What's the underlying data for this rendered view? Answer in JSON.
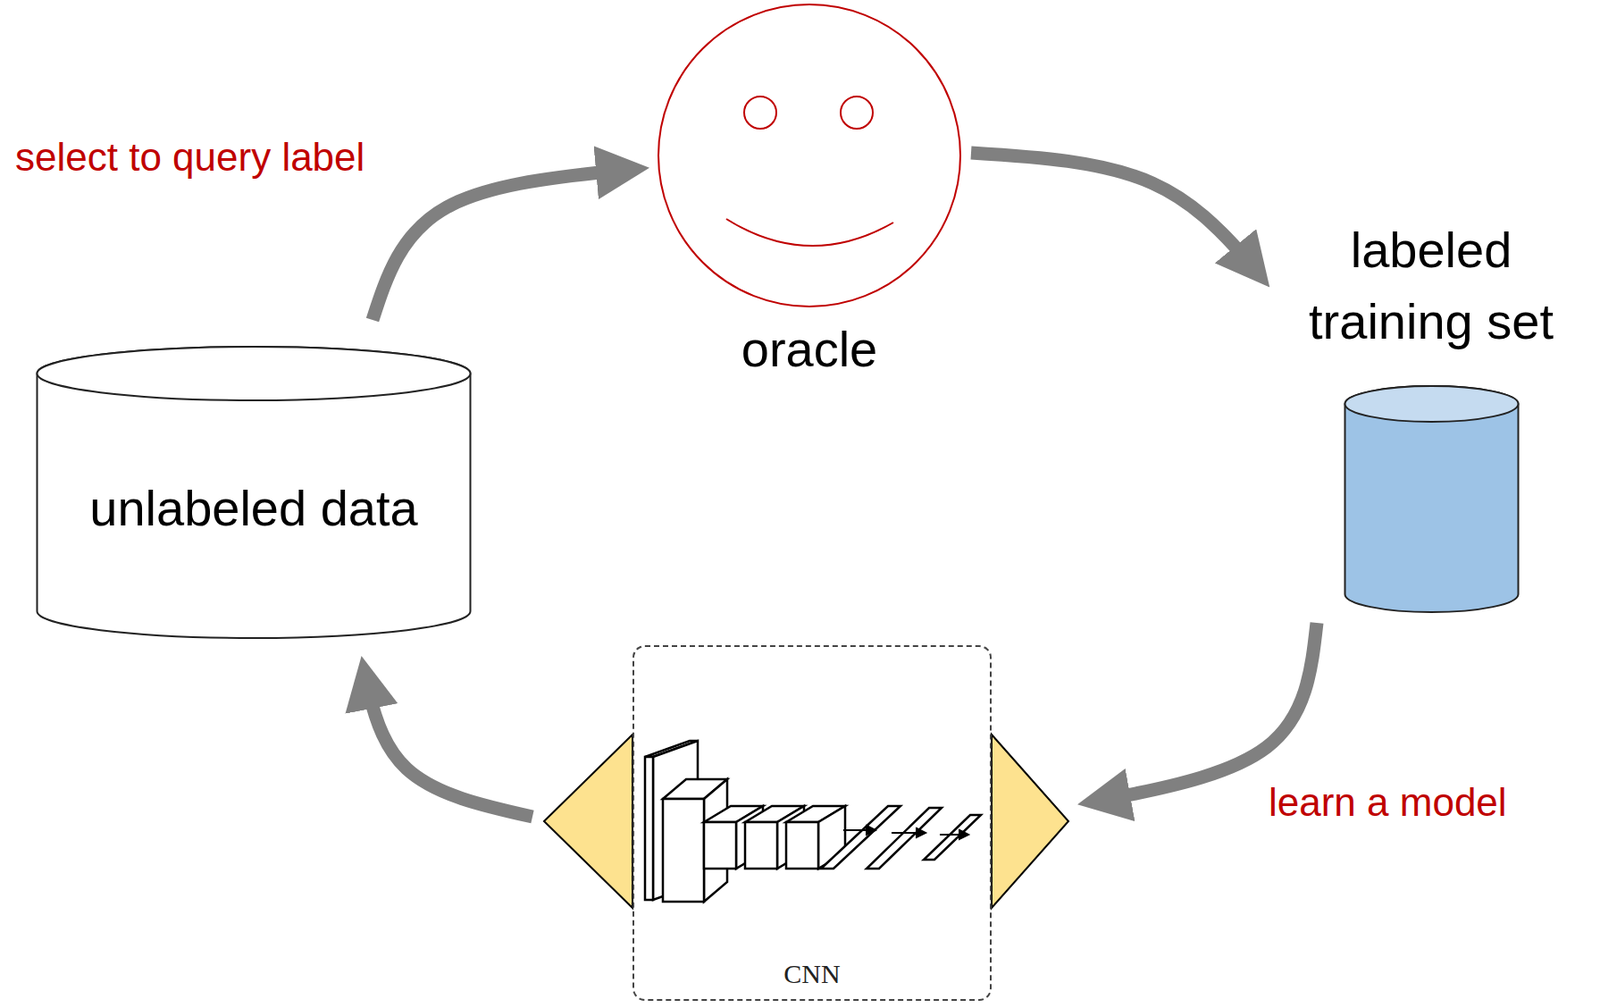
{
  "diagram": {
    "nodes": [
      {
        "text": [
          "oracle"
        ]
      },
      {
        "text": [
          "labeled training set"
        ]
      },
      {
        "text": [
          "unlabeled data"
        ]
      },
      {
        "text": [
          "CNN"
        ]
      }
    ],
    "edges": [
      {
        "from": 2,
        "to": 0,
        "arrow": "to",
        "label": "select to query label"
      },
      {
        "from": 0,
        "to": 1,
        "arrow": "to"
      },
      {
        "from": 1,
        "to": 3,
        "arrow": "to",
        "label": "learn a model"
      },
      {
        "from": 3,
        "to": 2,
        "arrow": "to"
      }
    ]
  }
}
